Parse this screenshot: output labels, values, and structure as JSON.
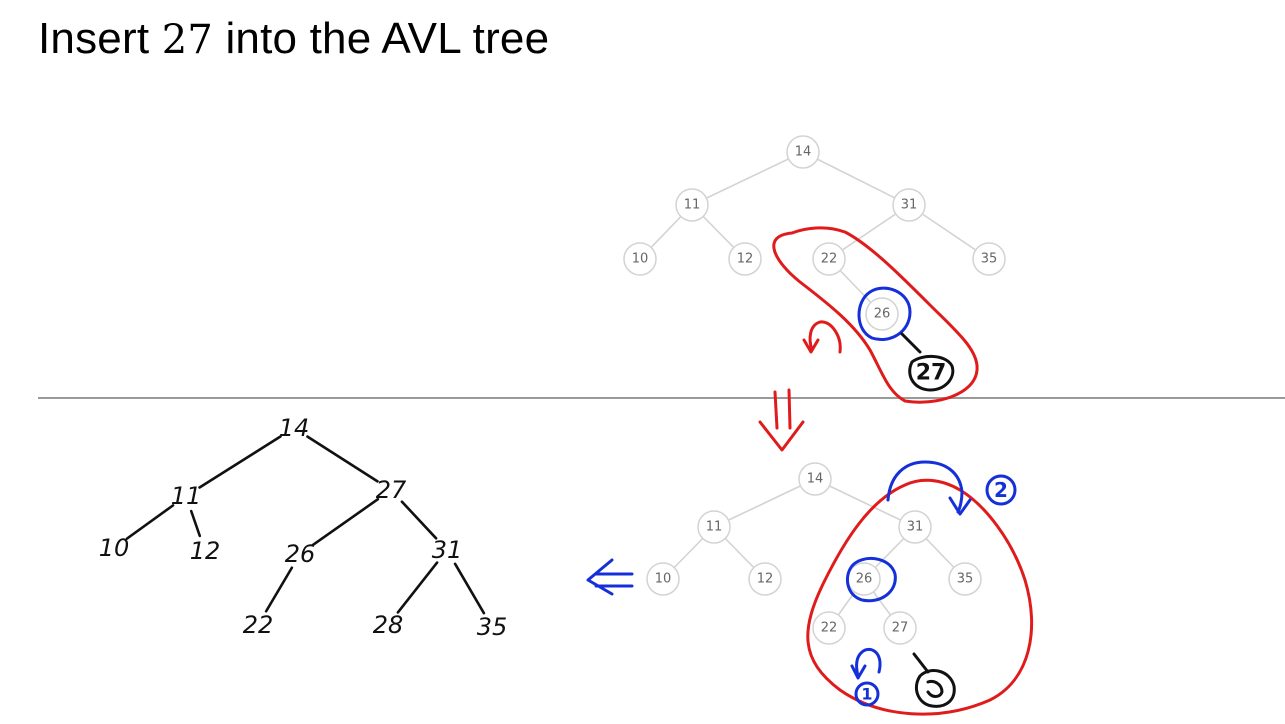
{
  "title": {
    "prefix": "Insert",
    "number": "27",
    "suffix": "into the AVL tree"
  },
  "before_tree": {
    "nodes": [
      {
        "id": "14",
        "label": "14"
      },
      {
        "id": "11",
        "label": "11"
      },
      {
        "id": "31",
        "label": "31"
      },
      {
        "id": "10",
        "label": "10"
      },
      {
        "id": "12",
        "label": "12"
      },
      {
        "id": "22",
        "label": "22"
      },
      {
        "id": "35",
        "label": "35"
      },
      {
        "id": "26",
        "label": "26"
      }
    ],
    "edges": [
      [
        "14",
        "11"
      ],
      [
        "14",
        "31"
      ],
      [
        "11",
        "10"
      ],
      [
        "11",
        "12"
      ],
      [
        "31",
        "22"
      ],
      [
        "31",
        "35"
      ],
      [
        "22",
        "26"
      ]
    ]
  },
  "after_rotation_tree": {
    "nodes": [
      {
        "id": "14",
        "label": "14"
      },
      {
        "id": "11",
        "label": "11"
      },
      {
        "id": "31",
        "label": "31"
      },
      {
        "id": "10",
        "label": "10"
      },
      {
        "id": "12",
        "label": "12"
      },
      {
        "id": "26",
        "label": "26"
      },
      {
        "id": "35",
        "label": "35"
      },
      {
        "id": "22",
        "label": "22"
      },
      {
        "id": "27",
        "label": "27"
      }
    ],
    "edges": [
      [
        "14",
        "11"
      ],
      [
        "14",
        "31"
      ],
      [
        "11",
        "10"
      ],
      [
        "11",
        "12"
      ],
      [
        "31",
        "26"
      ],
      [
        "31",
        "35"
      ],
      [
        "26",
        "22"
      ],
      [
        "26",
        "27"
      ]
    ]
  },
  "result_tree": {
    "nodes": [
      {
        "id": "14",
        "label": "14"
      },
      {
        "id": "11",
        "label": "11"
      },
      {
        "id": "27",
        "label": "27"
      },
      {
        "id": "10",
        "label": "10"
      },
      {
        "id": "12",
        "label": "12"
      },
      {
        "id": "26",
        "label": "26"
      },
      {
        "id": "31",
        "label": "31"
      },
      {
        "id": "22",
        "label": "22"
      },
      {
        "id": "28",
        "label": "28"
      },
      {
        "id": "35",
        "label": "35"
      }
    ],
    "edges": [
      [
        "14",
        "11"
      ],
      [
        "14",
        "27"
      ],
      [
        "11",
        "10"
      ],
      [
        "11",
        "12"
      ],
      [
        "27",
        "26"
      ],
      [
        "27",
        "31"
      ],
      [
        "26",
        "22"
      ],
      [
        "31",
        "28"
      ],
      [
        "31",
        "35"
      ]
    ]
  },
  "annotations": {
    "inserted_node": "27",
    "step_1": "1",
    "step_2": "2"
  },
  "colors": {
    "red_ink": "#e01b1b",
    "blue_ink": "#1530d8",
    "node_stroke": "#d3d3d3"
  }
}
